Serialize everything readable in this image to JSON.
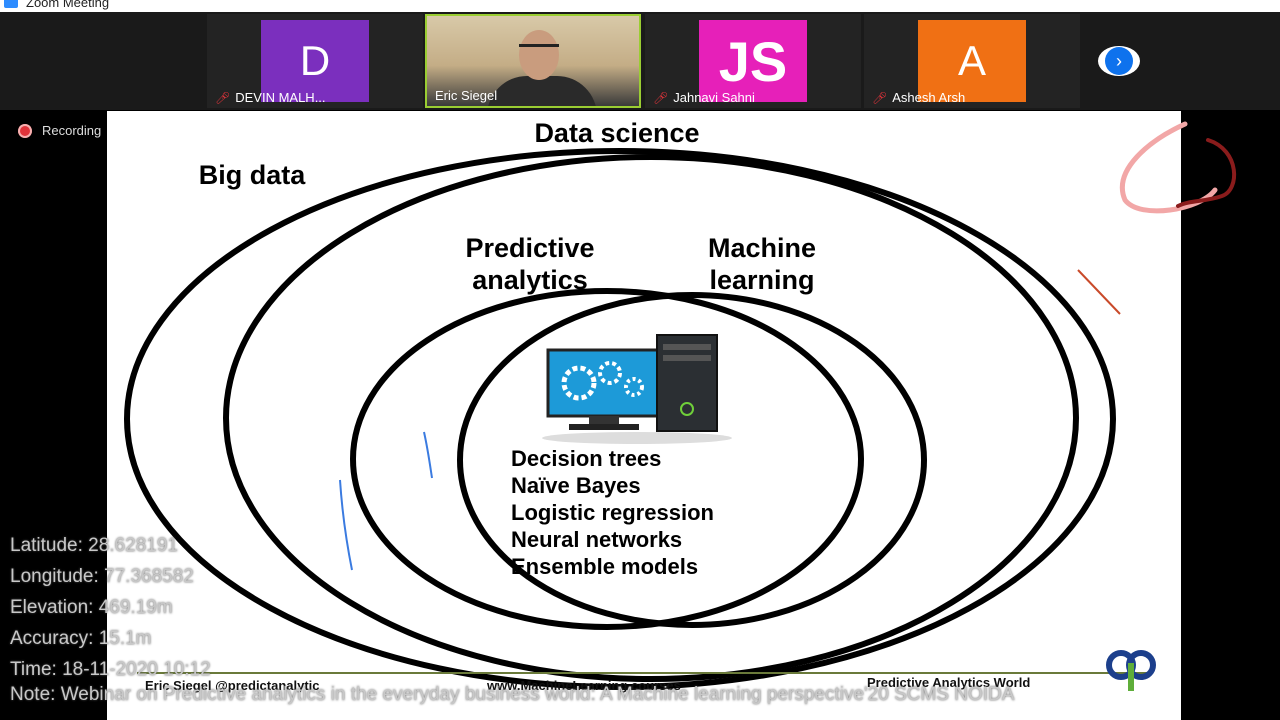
{
  "window": {
    "title": "Zoom Meeting",
    "accent": "#2D8CFF"
  },
  "participants": [
    {
      "name": "DEVIN MALH...",
      "initial": "D",
      "color": "#7b2fbe",
      "muted": true
    },
    {
      "name": "Eric Siegel",
      "initial": "",
      "muted": false,
      "active_speaker": true
    },
    {
      "name": "Jahnavi Sahni",
      "initial": "JS",
      "color": "#e620b9",
      "muted": true
    },
    {
      "name": "Ashesh Arsh",
      "initial": "A",
      "color": "#f07014",
      "muted": true
    }
  ],
  "next_page_icon": "chevron-right-icon",
  "recording": {
    "label": "Recording",
    "color": "#e0333a"
  },
  "slide": {
    "labels": {
      "data_science": "Data science",
      "big_data": "Big data",
      "predictive": "Predictive",
      "analytics": "analytics",
      "machine": "Machine",
      "learning": "learning"
    },
    "methods": [
      "Decision trees",
      "Naïve Bayes",
      "Logistic regression",
      "Neural networks",
      "Ensemble models"
    ],
    "footer": {
      "left": "Eric Siegel  @predictanalytic",
      "middle": "www.MachineLearning.courses",
      "right": "Predictive Analytics World"
    }
  },
  "geo_overlay": {
    "latitude": "Latitude: 28.628191",
    "longitude": "Longitude: 77.368582",
    "elevation": "Elevation: 469.19m",
    "accuracy": "Accuracy: 15.1m",
    "time": "Time: 18-11-2020  10:12",
    "note": "Note: Webinar on Predictive analytics in the everyday business world: A Machine learning perspective'20 SCMS NOIDA"
  }
}
